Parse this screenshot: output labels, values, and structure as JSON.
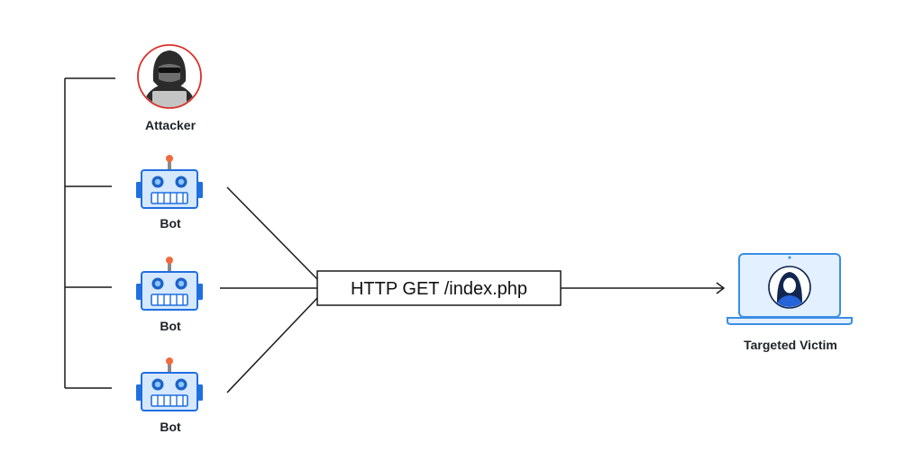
{
  "nodes": {
    "attacker": {
      "label": "Attacker",
      "icon": "hooded-hacker-icon"
    },
    "bots": [
      {
        "label": "Bot",
        "icon": "robot-icon"
      },
      {
        "label": "Bot",
        "icon": "robot-icon"
      },
      {
        "label": "Bot",
        "icon": "robot-icon"
      }
    ],
    "victim": {
      "label": "Targeted Victim",
      "icon": "laptop-victim-icon"
    }
  },
  "request": {
    "label": "HTTP GET /index.php"
  },
  "colors": {
    "line": "#1a1a1a",
    "robot_blue": "#1f6fe0",
    "robot_face": "#d6e8ff",
    "antenna": "#f26a3d",
    "attacker_ring": "#d9302b",
    "laptop_outline": "#3a8ee6",
    "laptop_fill": "#e3f0ff",
    "victim_navy": "#10264f"
  }
}
